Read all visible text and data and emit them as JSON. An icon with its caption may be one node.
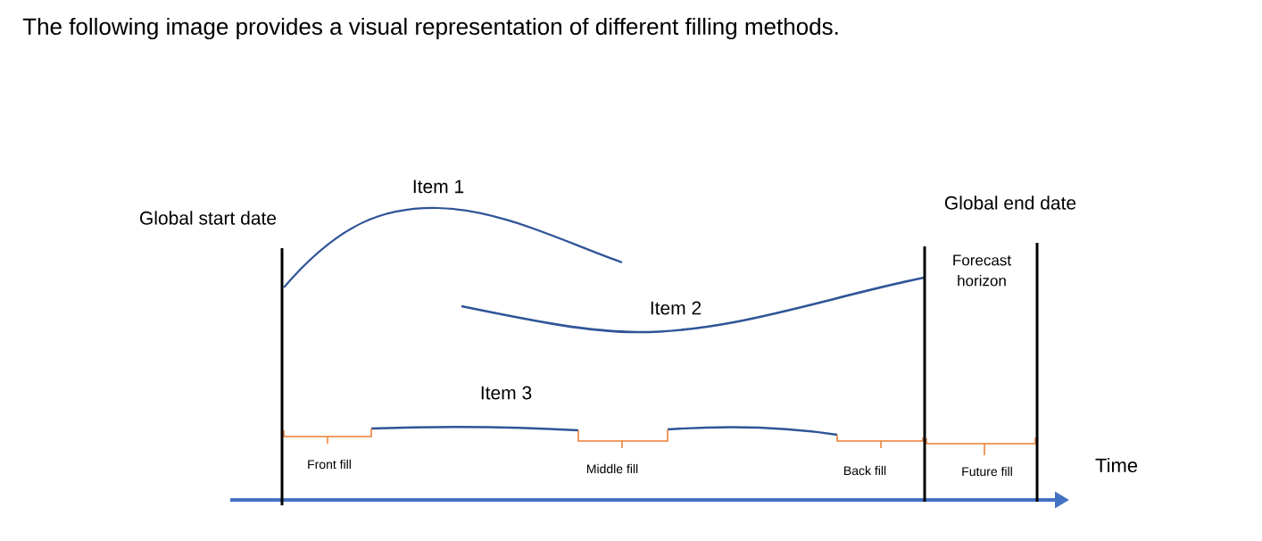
{
  "diagram": {
    "title": "The following image provides a visual representation of different filling methods.",
    "labels": [
      "Item 1",
      "Global start date",
      "Global end date",
      "Forecast horizon",
      "Item 2",
      "Item 3",
      "Front fill",
      "Middle fill",
      "Back fill",
      "Future fill",
      "Time"
    ]
  }
}
